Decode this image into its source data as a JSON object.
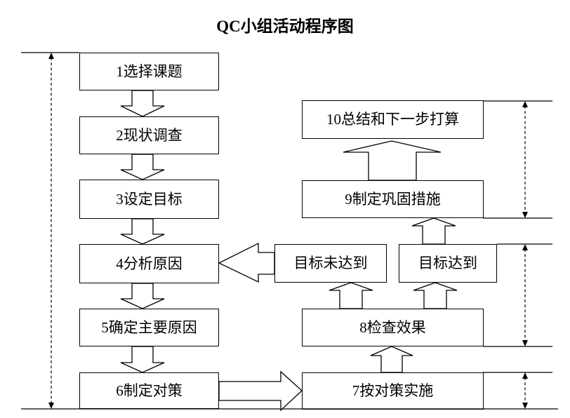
{
  "title": "QC小组活动程序图",
  "steps": {
    "s1": "1选择课题",
    "s2": "2现状调查",
    "s3": "3设定目标",
    "s4": "4分析原因",
    "s5": "5确定主要原因",
    "s6": "6制定对策",
    "s7": "7按对策实施",
    "s8": "8检查效果",
    "s9": "9制定巩固措施",
    "s10": "10总结和下一步打算"
  },
  "decisions": {
    "not_met": "目标未达到",
    "met": "目标达到"
  },
  "colors": {
    "line": "#000000",
    "background": "#ffffff",
    "text": "#000000"
  }
}
